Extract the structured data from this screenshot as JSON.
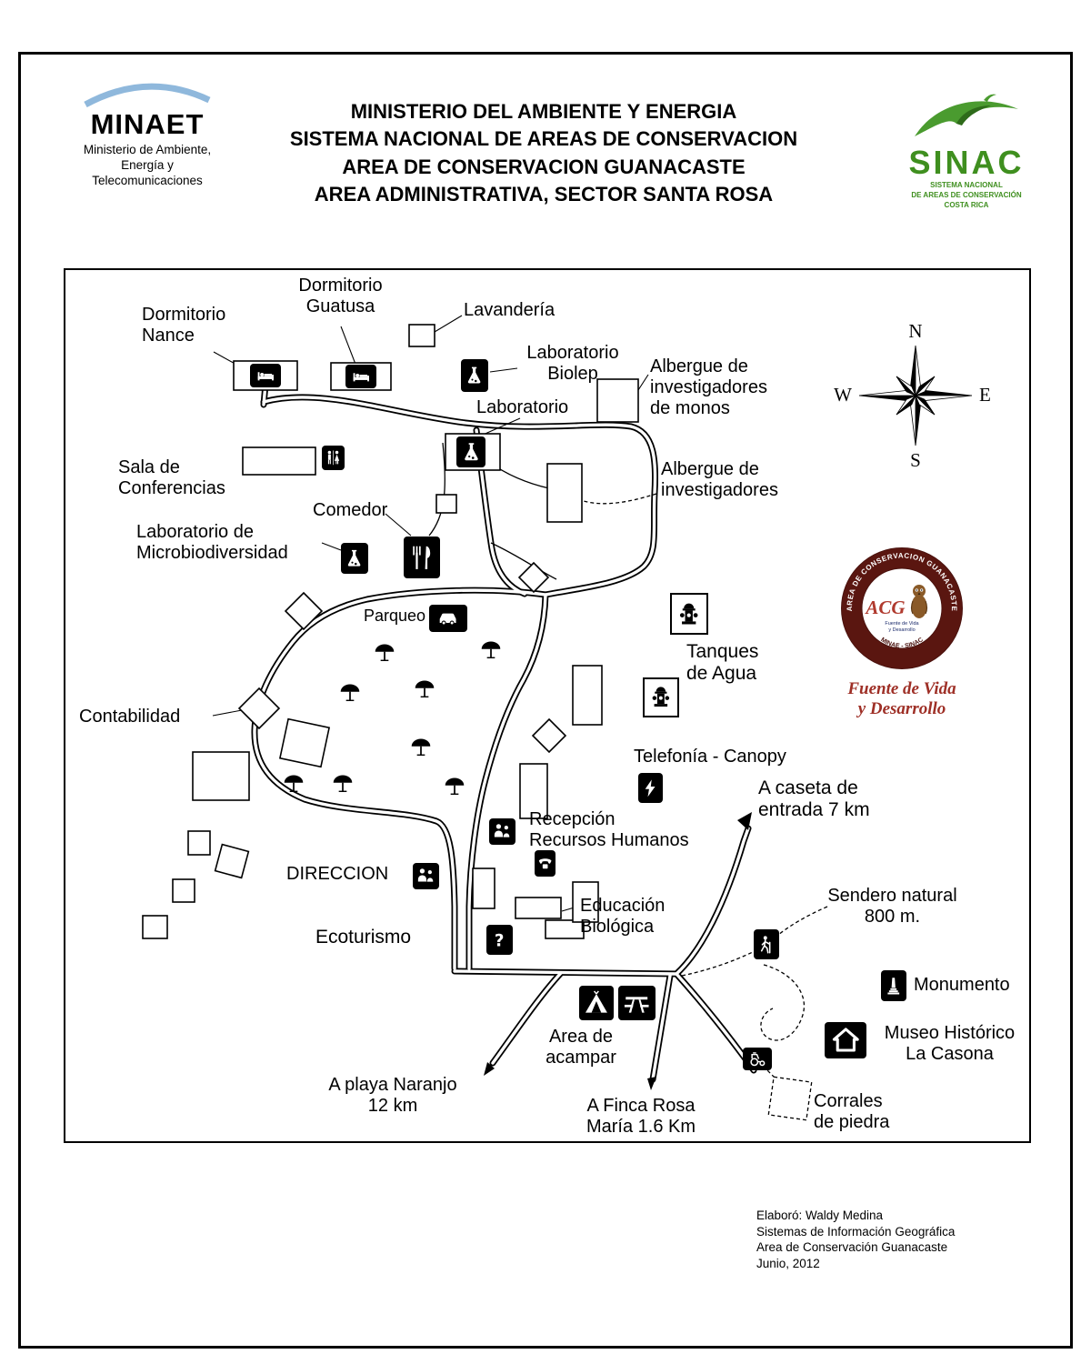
{
  "header": {
    "minaet": {
      "name": "MINAET",
      "sub": "Ministerio de Ambiente,\nEnergía y\nTelecomunicaciones"
    },
    "title_lines": [
      "MINISTERIO DEL AMBIENTE Y ENERGIA",
      "SISTEMA NACIONAL DE AREAS DE CONSERVACION",
      "AREA DE CONSERVACION GUANACASTE",
      "AREA ADMINISTRATIVA, SECTOR SANTA ROSA"
    ],
    "sinac": {
      "name": "SINAC",
      "sub": "SISTEMA NACIONAL\nDE AREAS DE CONSERVACIÓN\nCOSTA RICA"
    }
  },
  "map": {
    "labels": {
      "dormitorio_guatusa": "Dormitorio\nGuatusa",
      "dormitorio_nance": "Dormitorio\nNance",
      "lavanderia": "Lavandería",
      "laboratorio_biolep": "Laboratorio\nBiolep",
      "albergue_monos": "Albergue de\ninvestigadores\nde monos",
      "laboratorio": "Laboratorio",
      "sala_conferencias": "Sala de\nConferencias",
      "albergue_investigadores": "Albergue de\ninvestigadores",
      "comedor": "Comedor",
      "laboratorio_micro": "Laboratorio de\nMicrobiodiversidad",
      "parqueo": "Parqueo",
      "tanques": "Tanques\nde Agua",
      "contabilidad": "Contabilidad",
      "telefonia": "Telefonía - Canopy",
      "caseta": "A caseta de\nentrada 7 km",
      "recepcion": "Recepción\nRecursos Humanos",
      "direccion": "DIRECCION",
      "sendero": "Sendero natural\n800 m.",
      "educacion": "Educación\nBiológica",
      "ecoturismo": "Ecoturismo",
      "monumento": "Monumento",
      "museo": "Museo Histórico\nLa Casona",
      "acampar": "Area de\nacampar",
      "playa": "A playa Naranjo\n12 km",
      "finca": "A Finca Rosa\nMaría 1.6 Km",
      "corrales": "Corrales\nde piedra"
    },
    "compass": {
      "n": "N",
      "s": "S",
      "e": "E",
      "w": "W"
    },
    "seal": {
      "ring_top": "AREA DE CONSERVACION GUANACASTE",
      "ring_bottom": "MINAE - SINAC",
      "acg": "ACG",
      "tagline1": "Fuente de Vida",
      "tagline2": "y Desarrollo",
      "script": "Fuente de Vida\ny Desarrollo"
    }
  },
  "credits": "Elaboró: Waldy Medina\nSistemas de Información Geográfica\nArea de Conservación Guanacaste\nJunio, 2012",
  "colors": {
    "sinac_green": "#3f8f1f",
    "minaet_blue": "#8fb8dc",
    "seal_maroon": "#5a1610",
    "script_red": "#9e2f26"
  }
}
